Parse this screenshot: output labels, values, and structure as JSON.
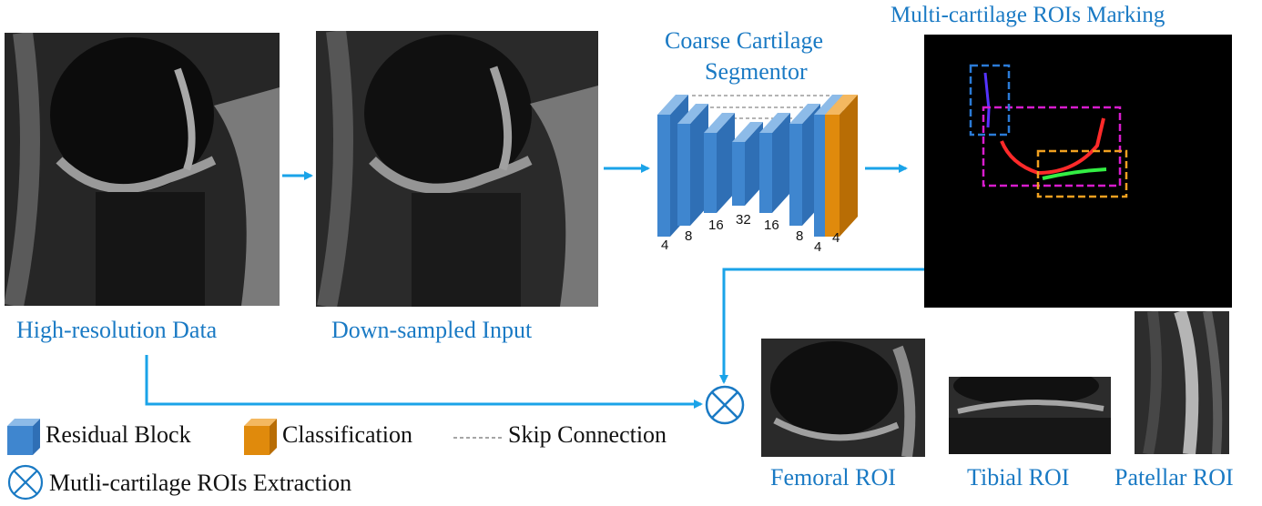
{
  "titles": {
    "segmentor_line1": "Coarse Cartilage",
    "segmentor_line2": "Segmentor",
    "marking": "Multi-cartilage ROIs Marking"
  },
  "captions": {
    "high_res": "High-resolution Data",
    "downsampled": "Down-sampled Input",
    "femoral": "Femoral ROI",
    "tibial": "Tibial ROI",
    "patellar": "Patellar ROI"
  },
  "channels": [
    "4",
    "8",
    "16",
    "32",
    "16",
    "8",
    "4",
    "4"
  ],
  "legend": {
    "residual": "Residual Block",
    "classification": "Classification",
    "skip": "Skip Connection",
    "extraction": "Mutli-cartilage ROIs Extraction"
  },
  "colors": {
    "accent_blue": "#1a7ac4",
    "block_blue": "#3f86cf",
    "classification_orange": "#e08a0c",
    "arrow_blue": "#1aa3e8",
    "roi_femoral": "#d81ccd",
    "roi_tibial": "#f0a020",
    "roi_patellar": "#2b7bd6",
    "seg_femoral": "#ff2a2a",
    "seg_tibial": "#33ee44",
    "seg_patellar": "#5533ff"
  }
}
